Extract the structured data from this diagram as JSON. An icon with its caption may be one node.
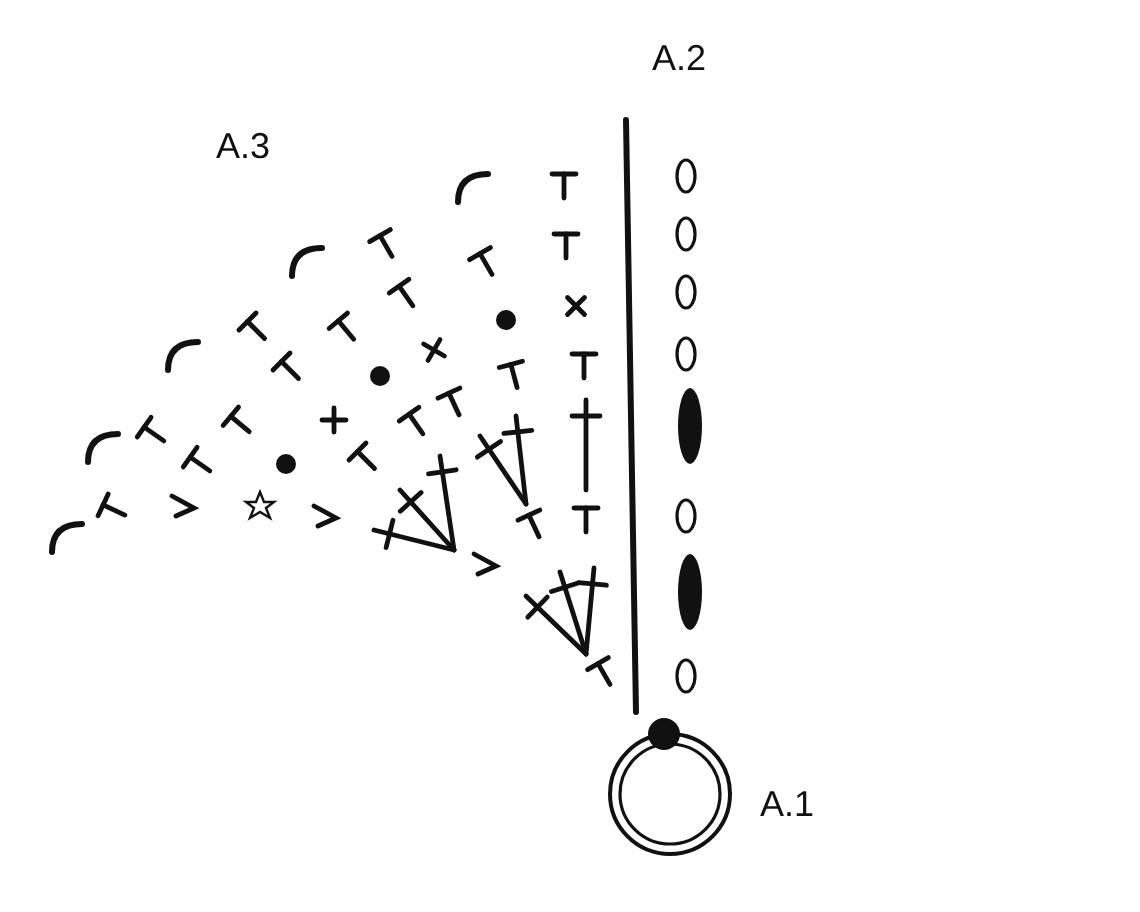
{
  "diagram": {
    "labels": [
      "A.2",
      "A.3",
      "A.1"
    ]
  }
}
